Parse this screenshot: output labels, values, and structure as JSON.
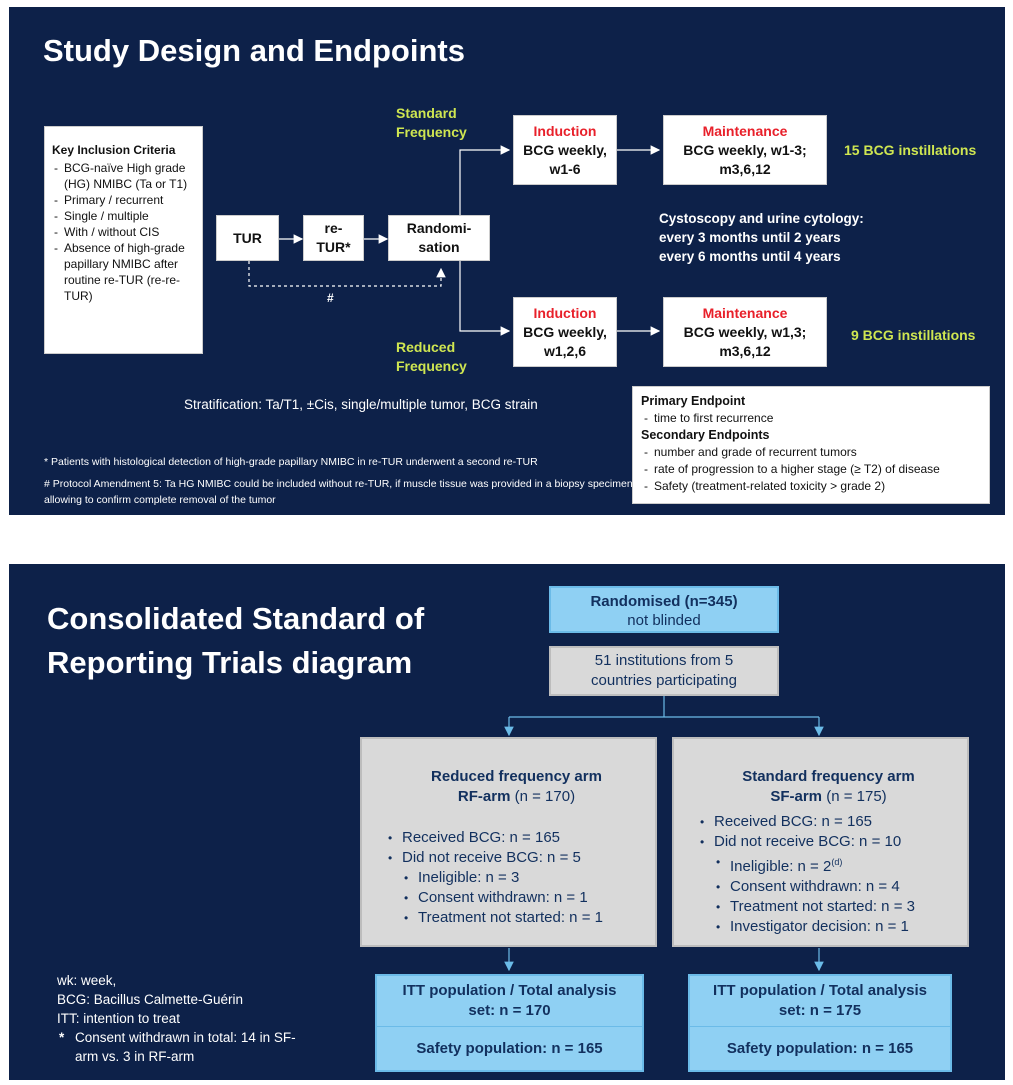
{
  "slide1": {
    "title": "Study Design and Endpoints",
    "inclusion": {
      "heading": "Key Inclusion Criteria",
      "items": [
        "BCG-naïve High grade (HG) NMIBC (Ta or T1)",
        "Primary / recurrent",
        "Single / multiple",
        "With / without CIS",
        "Absence of high-grade papillary NMIBC after routine re-TUR (re-re-TUR)"
      ]
    },
    "flow": {
      "tur": "TUR",
      "reTur": "re-TUR*",
      "random": "Randomi-sation",
      "hash": "#"
    },
    "standard": {
      "label": "Standard Frequency",
      "induction_title": "Induction",
      "induction_text": "BCG weekly, w1-6",
      "maintenance_title": "Maintenance",
      "maintenance_text": "BCG weekly, w1-3; m3,6,12",
      "instillations": "15 BCG instillations"
    },
    "reduced": {
      "label": "Reduced Frequency",
      "induction_title": "Induction",
      "induction_text": "BCG weekly, w1,2,6",
      "maintenance_title": "Maintenance",
      "maintenance_text": "BCG weekly, w1,3; m3,6,12",
      "instillations": "9 BCG instillations"
    },
    "cystoscopy": [
      "Cystoscopy and urine cytology:",
      "every 3 months until 2 years",
      "every 6 months until 4 years"
    ],
    "stratification": "Stratification: Ta/T1, ±Cis, single/multiple tumor, BCG strain",
    "footnote1": "* Patients with histological detection of high-grade papillary NMIBC in re-TUR underwent a second re-TUR",
    "footnote2": "# Protocol Amendment 5: Ta HG NMIBC could be included without re-TUR, if muscle tissue was provided in a biopsy specimen allowing to confirm complete removal of the tumor",
    "endpoints": {
      "primary_heading": "Primary Endpoint",
      "primary_items": [
        "time to first recurrence"
      ],
      "secondary_heading": "Secondary Endpoints",
      "secondary_items": [
        "number and grade of recurrent tumors",
        "rate of progression to a higher stage (≥ T2) of disease",
        "Safety (treatment-related toxicity > grade 2)"
      ]
    }
  },
  "slide2": {
    "title": "Consolidated Standard of Reporting Trials diagram",
    "randomised_bold": "Randomised (n=345)",
    "randomised_sub": "not blinded",
    "institutions": "51 institutions from 5 countries participating",
    "rf_arm": {
      "title1": "Reduced frequency arm",
      "title2_bold": "RF-arm",
      "title2_rest": " (n = 170)",
      "items": [
        {
          "text": "Received BCG: n = 165",
          "sub": false
        },
        {
          "text": "Did not receive BCG: n = 5",
          "sub": false
        },
        {
          "text": "Ineligible: n = 3",
          "sub": true
        },
        {
          "text": "Consent withdrawn: n = 1",
          "sub": true
        },
        {
          "text": "Treatment not started: n = 1",
          "sub": true
        }
      ]
    },
    "sf_arm": {
      "title1": "Standard frequency arm",
      "title2_bold": "SF-arm",
      "title2_rest": " (n = 175)",
      "items": [
        {
          "text": "Received BCG: n = 165",
          "sub": false
        },
        {
          "text": "Did not receive BCG: n = 10",
          "sub": false
        },
        {
          "text": "Ineligible: n = 2",
          "sup": "(d)",
          "sub": true
        },
        {
          "text": "Consent withdrawn: n = 4",
          "sub": true
        },
        {
          "text": "Treatment not started: n = 3",
          "sub": true
        },
        {
          "text": "Investigator decision: n = 1",
          "sub": true
        }
      ]
    },
    "rf_itt": "ITT population / Total analysis set: n = 170",
    "rf_safety": "Safety population: n = 165",
    "sf_itt": "ITT population / Total analysis set: n = 175",
    "sf_safety": "Safety population: n = 165",
    "abbreviations": [
      "wk: week,",
      "BCG: Bacillus Calmette-Guérin",
      "ITT: intention to treat"
    ],
    "consent_note": "Consent withdrawn in total: 14 in SF-arm vs. 3 in RF-arm",
    "consent_star": "*"
  },
  "colors": {
    "background": "#0d2149",
    "accent_green": "#cfe651",
    "accent_red": "#e8202a",
    "box_blue": "#8fd0f3",
    "box_grey": "#d9d9d9"
  }
}
